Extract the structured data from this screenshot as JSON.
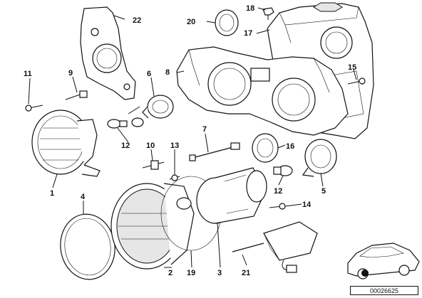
{
  "callouts": {
    "c1": "1",
    "c2": "2",
    "c3": "3",
    "c4": "4",
    "c5": "5",
    "c6": "6",
    "c7": "7",
    "c8": "8",
    "c9": "9",
    "c10": "10",
    "c11": "11",
    "c12a": "12",
    "c12b": "12",
    "c13": "13",
    "c14": "14",
    "c15": "15",
    "c16": "16",
    "c17": "17",
    "c18": "18",
    "c19": "19",
    "c20": "20",
    "c21": "21",
    "c22": "22"
  },
  "document_code": "00026625"
}
